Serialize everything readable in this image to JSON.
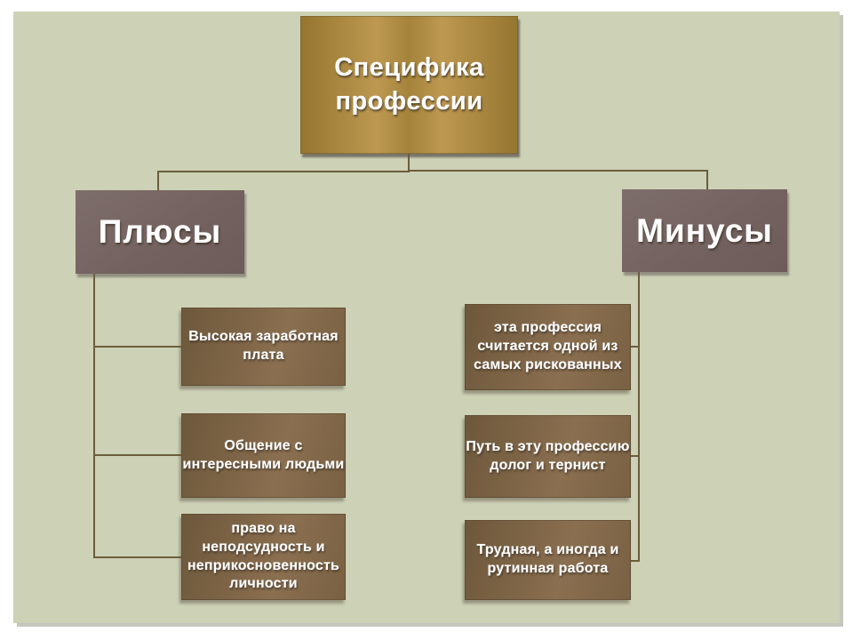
{
  "diagram": {
    "root": {
      "label": "Специфика\nпрофессии"
    },
    "branches": [
      {
        "label": "Плюсы",
        "children": [
          {
            "label": "Высокая заработная\nплата"
          },
          {
            "label": "Общение с\nинтересными людьми"
          },
          {
            "label": "право на\nнеподсудность и\nнеприкосновенность\nличности"
          }
        ]
      },
      {
        "label": "Минусы",
        "children": [
          {
            "label": "эта профессия\nсчитается одной из\nсамых рискованных"
          },
          {
            "label": "Путь в эту профессию\nдолог и тернист"
          },
          {
            "label": "Трудная, а иногда и\nрутинная работа"
          }
        ]
      }
    ],
    "colors": {
      "page_background": "#ffffff",
      "slide_background": "#cdd1b6",
      "root_fill": "#b08a3e",
      "branch_fill": "#776662",
      "leaf_fill": "#7d6547",
      "connector": "#6b5d3c",
      "text": "#ffffff"
    }
  }
}
